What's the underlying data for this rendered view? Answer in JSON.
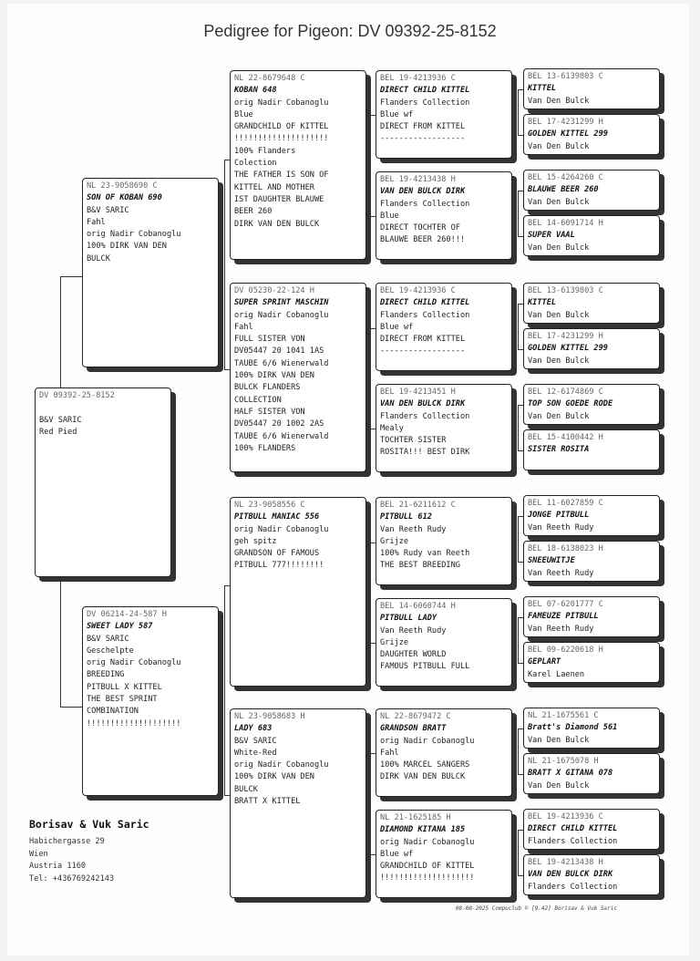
{
  "title": "Pedigree for Pigeon: DV  09392-25-8152",
  "subject": [
    "DV  09392-25-8152",
    "",
    "B&V SARIC",
    "Red Pied"
  ],
  "sire": [
    "NL  23-9058690 C",
    "SON OF KOBAN 690",
    "B&V SARIC",
    "Fahl",
    "orig Nadir Cobanoglu",
    "100% DIRK VAN DEN",
    "BULCK"
  ],
  "dam": [
    "DV  06214-24-587 H",
    "SWEET LADY 587",
    "B&V SARIC",
    "Geschelpte",
    "orig Nadir Cobanoglu",
    "BREEDING",
    "PITBULL X KITTEL",
    "THE BEST SPRINT",
    "COMBINATION",
    "!!!!!!!!!!!!!!!!!!!!"
  ],
  "gen2": [
    [
      "NL  22-8679648 C",
      "KOBAN 648",
      "orig Nadir Cobanoglu",
      "Blue",
      "GRANDCHILD OF KITTEL",
      "!!!!!!!!!!!!!!!!!!!!",
      "100% Flanders",
      "Colection",
      "THE FATHER IS SON OF",
      "KITTEL AND MOTHER",
      "IST DAUGHTER BLAUWE",
      "BEER 260",
      "DIRK VAN DEN BULCK"
    ],
    [
      "DV  05230-22-124 H",
      "SUPER SPRINT MASCHIN",
      "orig Nadir Cobanoglu",
      "Fahl",
      "FULL SISTER VON",
      "DV05447 20 1041 1AS",
      "TAUBE 6/6 Wienerwald",
      "100% DIRK VAN DEN",
      "BULCK  FLANDERS",
      "COLLECTION",
      "HALF SISTER VON",
      "DV05447 20 1002 2AS",
      "TAUBE 6/6 Wienerwald",
      "100% FLANDERS"
    ],
    [
      "NL  23-9058556 C",
      "PITBULL MANIAC 556",
      "orig Nadir Cobanoglu",
      "geh spitz",
      "GRANDSON OF FAMOUS",
      "PITBULL 777!!!!!!!!"
    ],
    [
      "NL  23-9058683 H",
      "LADY 683",
      "B&V SARIC",
      "White-Red",
      "orig Nadir Cobanoglu",
      "100% DIRK VAN DEN",
      "BULCK",
      "BRATT X KITTEL"
    ]
  ],
  "gen3": [
    [
      "BEL 19-4213936 C",
      "DIRECT CHILD KITTEL",
      "Flanders Collection",
      "Blue wf",
      "DIRECT FROM KITTEL",
      "------------------"
    ],
    [
      "BEL 19-4213438 H",
      "VAN DEN BULCK DIRK",
      "Flanders Collection",
      "Blue",
      "DIRECT TOCHTER OF",
      "BLAUWE BEER 260!!!"
    ],
    [
      "BEL 19-4213936 C",
      "DIRECT CHILD KITTEL",
      "Flanders Collection",
      "Blue wf",
      "DIRECT FROM KITTEL",
      "------------------"
    ],
    [
      "BEL 19-4213451 H",
      "VAN DEN BULCK DIRK",
      "Flanders Collection",
      "Mealy",
      "TOCHTER SISTER",
      "ROSITA!!! BEST DIRK"
    ],
    [
      "BEL 21-6211612 C",
      "PITBULL 612",
      "Van Reeth Rudy",
      "Grijze",
      "100% Rudy van Reeth",
      "THE BEST BREEDING"
    ],
    [
      "BEL 14-6060744 H",
      "PITBULL LADY",
      "Van Reeth Rudy",
      "Grijze",
      "DAUGHTER WORLD",
      "FAMOUS PITBULL FULL"
    ],
    [
      "NL  22-8679472 C",
      "GRANDSON BRATT",
      "orig Nadir Cobanoglu",
      "Fahl",
      "100% MARCEL SANGERS",
      "DIRK VAN DEN BULCK"
    ],
    [
      "NL  21-1625185 H",
      "DIAMOND KITANA 185",
      "orig Nadir Cobanoglu",
      "Blue wf",
      "GRANDCHILD OF KITTEL",
      "!!!!!!!!!!!!!!!!!!!!"
    ]
  ],
  "gen4": [
    [
      "BEL 13-6139803 C",
      "KITTEL",
      "Van Den Bulck"
    ],
    [
      "BEL 17-4231299 H",
      "GOLDEN KITTEL 299",
      "Van Den Bulck"
    ],
    [
      "BEL 15-4264260 C",
      "BLAUWE BEER 260",
      "Van Den Bulck"
    ],
    [
      "BEL 14-6091714 H",
      "SUPER VAAL",
      "Van Den Bulck"
    ],
    [
      "BEL 13-6139803 C",
      "KITTEL",
      "Van Den Bulck"
    ],
    [
      "BEL 17-4231299 H",
      "GOLDEN KITTEL 299",
      "Van Den Bulck"
    ],
    [
      "BEL 12-6174869 C",
      "TOP SON GOEDE RODE",
      "Van Den Bulck"
    ],
    [
      "BEL 15-4100442 H",
      "SISTER ROSITA",
      ""
    ],
    [
      "BEL 11-6027859 C",
      "JONGE  PITBULL",
      "Van Reeth Rudy"
    ],
    [
      "BEL 18-6138023 H",
      "SNEEUWITJE",
      "Van Reeth Rudy"
    ],
    [
      "BEL 07-6201777 C",
      "FAMEUZE PITBULL",
      "Van Reeth Rudy"
    ],
    [
      "BEL 09-6220618 H",
      "GEPLART",
      "Karel Laenen"
    ],
    [
      "NL  21-1675561 C",
      "Bratt's Diamond 561",
      "Van Den Bulck"
    ],
    [
      "NL  21-1675078 H",
      "BRATT X GITANA 078",
      "Van Den Bulck"
    ],
    [
      "BEL 19-4213936 C",
      "DIRECT CHILD KITTEL",
      "Flanders Collection"
    ],
    [
      "BEL 19-4213438 H",
      "VAN DEN BULCK DIRK",
      "Flanders Collection"
    ]
  ],
  "owner": {
    "name": "Borisav & Vuk Saric",
    "lines": [
      "Habichergasse 29",
      "Wien",
      "Austria 1160",
      "Tel: +436769242143"
    ]
  },
  "footer": "08-08-2025   Compuclub © [9.42]   Borisav & Vuk Saric"
}
